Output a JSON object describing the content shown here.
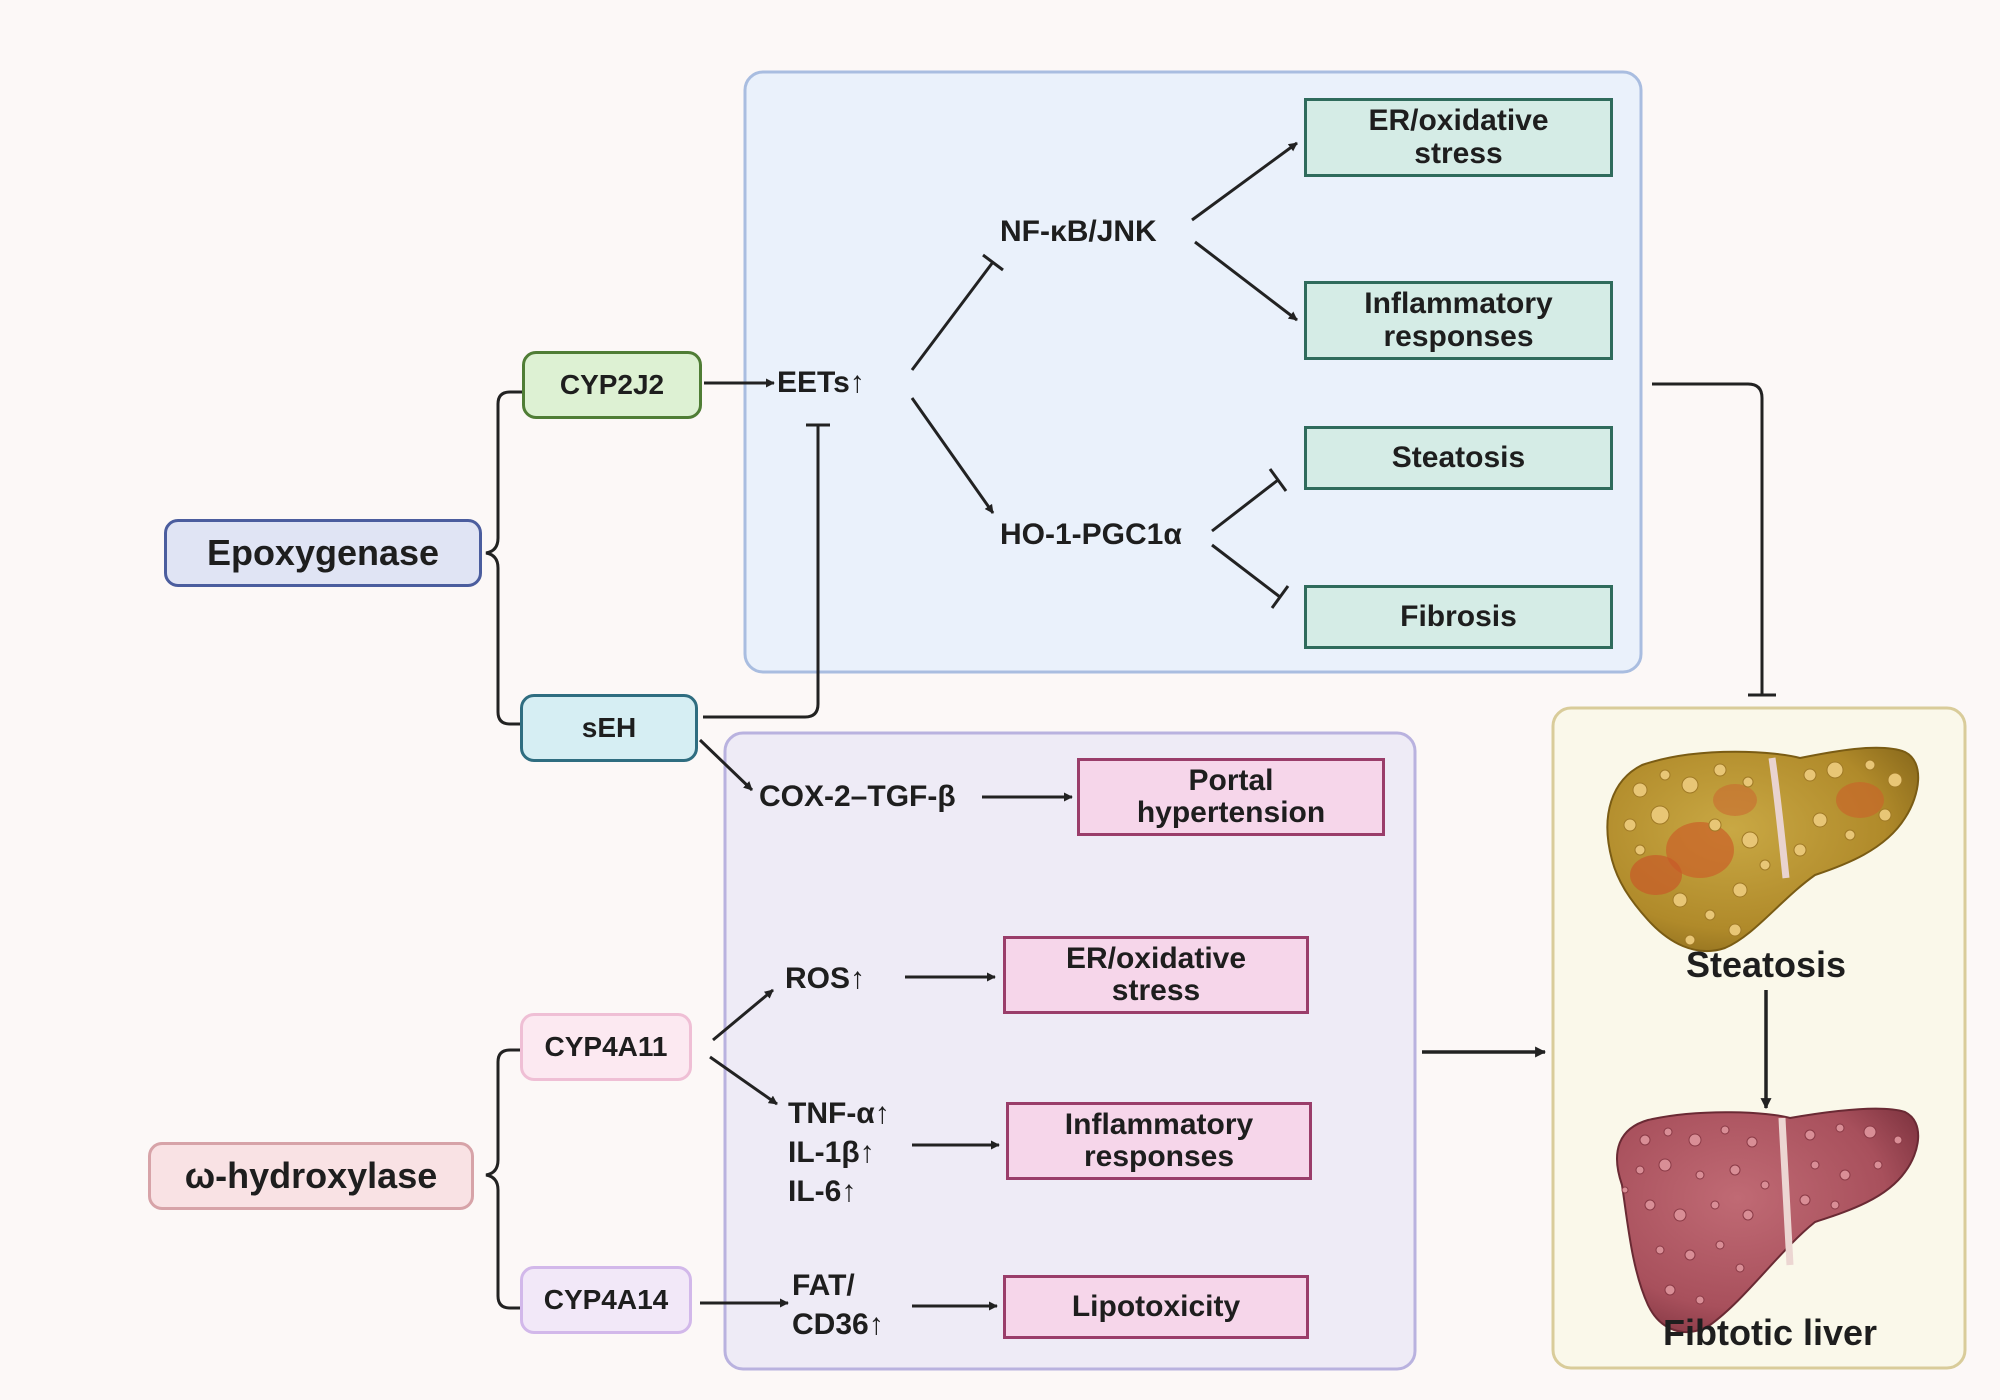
{
  "left": {
    "epoxygenase": "Epoxygenase",
    "cyp2j2": "CYP2J2",
    "seh": "sEH",
    "hydroxylase": "ω-hydroxylase",
    "cyp4a11": "CYP4A11",
    "cyp4a14": "CYP4A14"
  },
  "top_panel": {
    "eets": "EETs↑",
    "nfkb": "NF-κB/JNK",
    "ho1": "HO-1-PGC1α",
    "er_stress": "ER/oxidative\nstress",
    "inflammatory": "Inflammatory\nresponses",
    "steatosis": "Steatosis",
    "fibrosis": "Fibrosis"
  },
  "bottom_panel": {
    "cox2": "COX-2–TGF-β",
    "portal": "Portal\nhypertension",
    "ros": "ROS↑",
    "er_stress": "ER/oxidative\nstress",
    "cytokines": "TNF-α↑\nIL-1β↑\nIL-6↑",
    "inflammatory": "Inflammatory\nresponses",
    "fat": "FAT/\nCD36↑",
    "lipotoxicity": "Lipotoxicity"
  },
  "liver_panel": {
    "steatosis": "Steatosis",
    "fibrotic": "Fibtotic liver"
  },
  "colors": {
    "top_panel_fill": "#eaf1fb",
    "bottom_panel_fill": "#eeebf6",
    "liver_panel_fill": "#faf8ea",
    "steatotic_liver": "#b8962e",
    "fibrotic_liver": "#a8505c"
  }
}
